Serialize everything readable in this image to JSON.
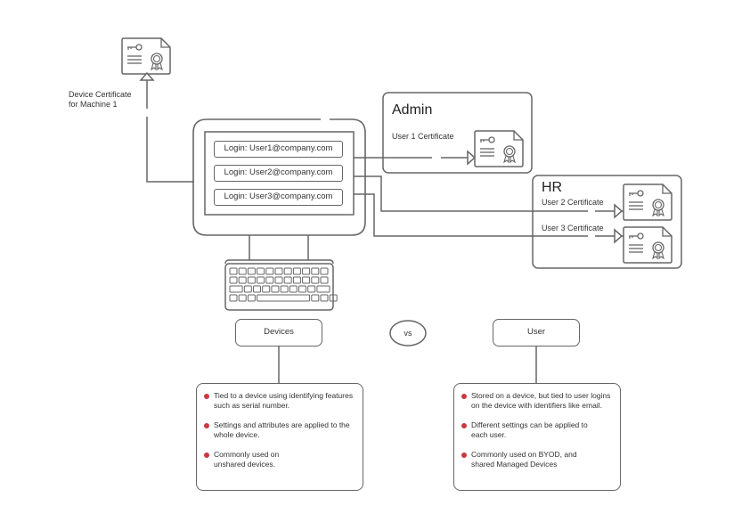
{
  "device_certificate": {
    "label_line1": "Device Certificate",
    "label_line2": "for Machine 1",
    "icon": "certificate-icon"
  },
  "monitor": {
    "logins": [
      "Login: User1@company.com",
      "Login: User2@company.com",
      "Login: User3@company.com"
    ]
  },
  "groups": {
    "admin": {
      "title": "Admin",
      "certificates": [
        "User 1 Certificate"
      ]
    },
    "hr": {
      "title": "HR",
      "certificates": [
        "User 2 Certificate",
        "User 3 Certificate"
      ]
    }
  },
  "comparison": {
    "left_label": "Devices",
    "vs_label": "vs",
    "right_label": "User",
    "devices_points": [
      "Tied to a device using identifying features such as serial number.",
      "Settings and attributes are applied to the whole device.",
      "Commonly used on unshared devices."
    ],
    "user_points": [
      "Stored on a device, but tied to user logins on the device with identifiers like email.",
      "Different settings can be applied to each user.",
      "Commonly used on BYOD, and shared Managed Devices"
    ]
  },
  "colors": {
    "line": "#666666",
    "bullet": "#c9383f"
  }
}
